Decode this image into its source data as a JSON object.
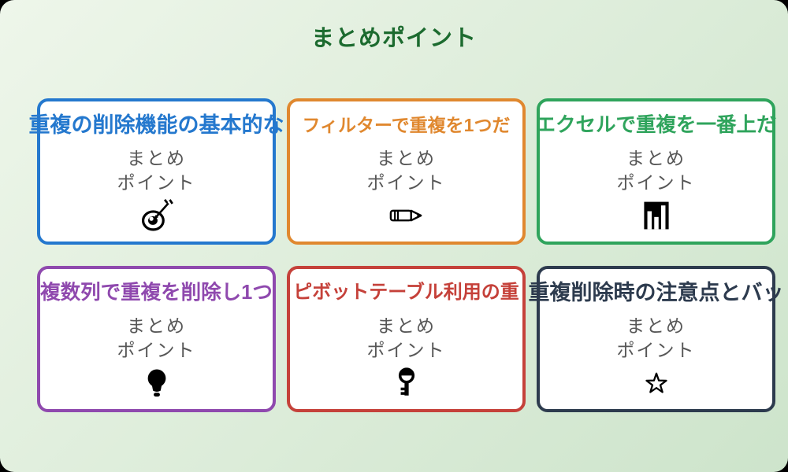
{
  "page": {
    "title": "まとめポイント",
    "title_color": "#1c6b2f",
    "background_gradient": {
      "from": "#eef6ea",
      "to": "#cde4cb"
    }
  },
  "card_subtitle": {
    "line1": "まとめ",
    "line2": "ポイント"
  },
  "subtitle_color": "#575757",
  "cards": [
    {
      "title": "重複の削除機能の基本的な",
      "color": "#2478ce",
      "icon": "dart-target-icon"
    },
    {
      "title": "フィルターで重複を1つだ",
      "color": "#e0882f",
      "icon": "pencil-icon"
    },
    {
      "title": "エクセルで重複を一番上だ",
      "color": "#2fa45c",
      "icon": "bar-chart-icon"
    },
    {
      "title": "複数列で重複を削除し1つ",
      "color": "#8f49ae",
      "icon": "light-bulb-icon"
    },
    {
      "title": "ピボットテーブル利用の重",
      "color": "#c5413a",
      "icon": "key-icon"
    },
    {
      "title": "重複削除時の注意点とバッ",
      "color": "#2d3b4e",
      "icon": "star-icon"
    }
  ]
}
